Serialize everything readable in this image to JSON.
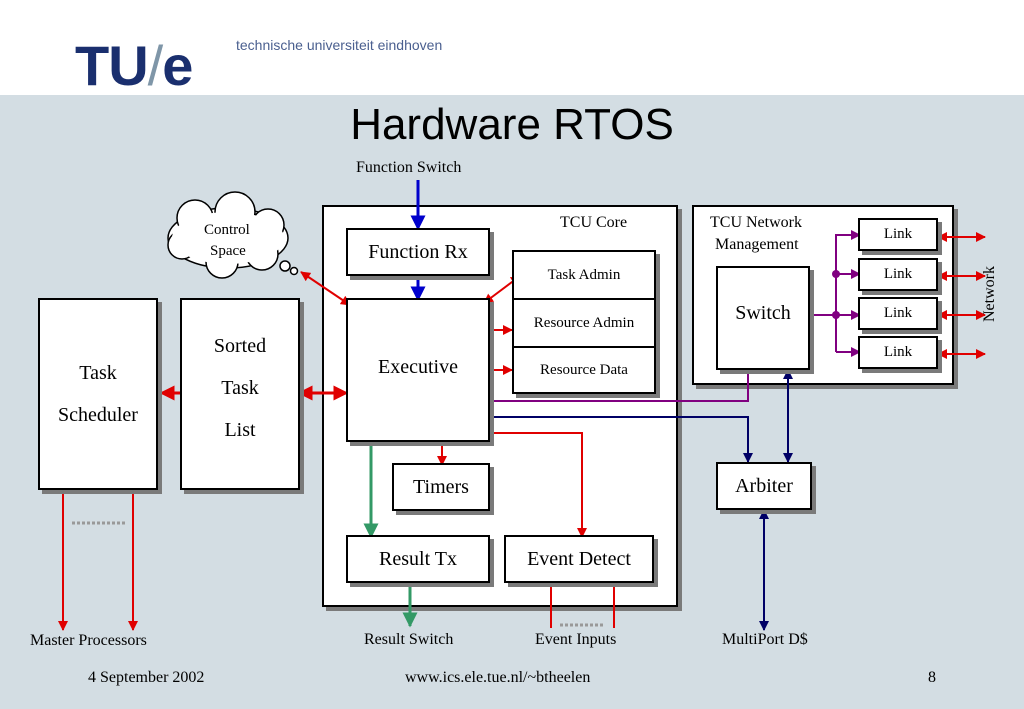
{
  "header": {
    "logo_tu": "TU",
    "logo_slash": "/",
    "logo_e": "e",
    "university": "technische universiteit eindhoven"
  },
  "slide": {
    "title": "Hardware RTOS"
  },
  "diagram": {
    "function_switch": "Function Switch",
    "tcu_core": "TCU Core",
    "tcu_network_1": "TCU Network",
    "tcu_network_2": "Management",
    "cloud_1": "Control",
    "cloud_2": "Space",
    "function_rx": "Function Rx",
    "executive": "Executive",
    "task_admin": "Task Admin",
    "resource_admin": "Resource Admin",
    "resource_data": "Resource Data",
    "timers": "Timers",
    "result_tx": "Result Tx",
    "event_detect": "Event Detect",
    "switch": "Switch",
    "arbiter": "Arbiter",
    "links": [
      "Link",
      "Link",
      "Link",
      "Link"
    ],
    "network": "Network",
    "task_scheduler_1": "Task",
    "task_scheduler_2": "Scheduler",
    "sorted_1": "Sorted",
    "sorted_2": "Task",
    "sorted_3": "List",
    "master_processors": "Master Processors",
    "result_switch": "Result Switch",
    "event_inputs": "Event Inputs",
    "multiport": "MultiPort D$"
  },
  "footer": {
    "date": "4 September 2002",
    "url": "www.ics.ele.tue.nl/~btheelen",
    "page": "8"
  },
  "colors": {
    "red": "#e00000",
    "blue": "#0000cc",
    "navy": "#000066",
    "purple": "#800080",
    "green": "#339966"
  }
}
